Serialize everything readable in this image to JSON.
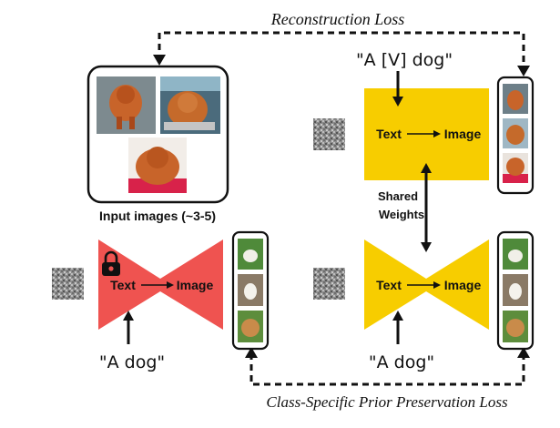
{
  "losses": {
    "reconstruction": "Reconstruction Loss",
    "prior_preservation": "Class-Specific Prior Preservation Loss"
  },
  "input_images_caption": "Input images (~3-5)",
  "shared_weights": {
    "line1": "Shared",
    "line2": "Weights"
  },
  "models": {
    "frozen": {
      "text": "Text",
      "image": "Image",
      "color": "#ef5350",
      "lock_icon": "lock-icon"
    },
    "finetuned_top": {
      "text": "Text",
      "image": "Image",
      "color": "#f7cd00"
    },
    "finetuned_bottom": {
      "text": "Text",
      "image": "Image",
      "color": "#f7cd00"
    }
  },
  "prompts": {
    "top_right": "\"A [V] dog\"",
    "bottom_left": "\"A dog\"",
    "bottom_right": "\"A dog\""
  },
  "colors": {
    "frozen_model": "#ef5350",
    "trainable_model": "#f7cd00",
    "noise": "#8a8a8a",
    "arrow": "#111111"
  }
}
